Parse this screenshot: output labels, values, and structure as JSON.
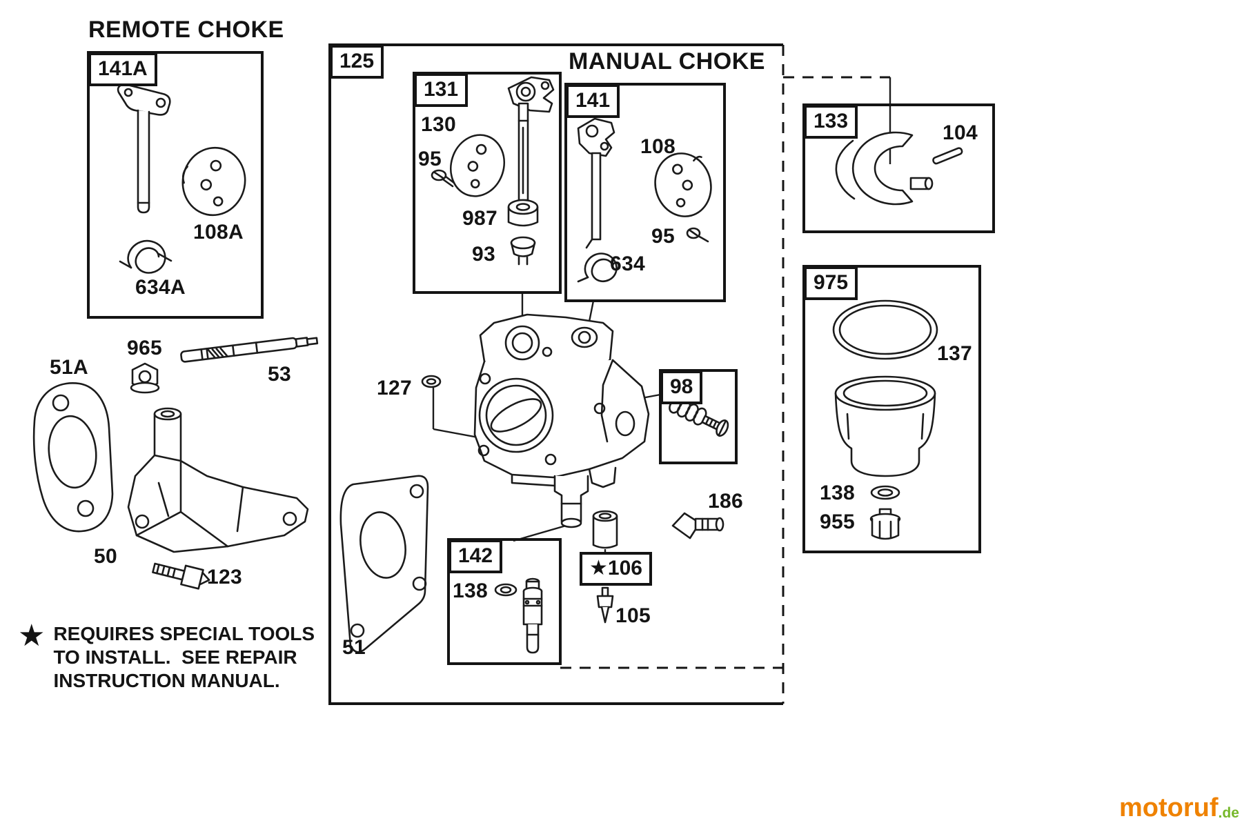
{
  "titles": {
    "remote_choke": "REMOTE CHOKE",
    "manual_choke": "MANUAL CHOKE"
  },
  "box_labels": {
    "b141a": "141A",
    "b125": "125",
    "b131": "131",
    "b141": "141",
    "b133": "133",
    "b975": "975",
    "b98": "98",
    "b142": "142",
    "b106": "★106"
  },
  "part_labels": {
    "p108a": "108A",
    "p634a": "634A",
    "p51a": "51A",
    "p965": "965",
    "p53": "53",
    "p50": "50",
    "p123": "123",
    "p130": "130",
    "p95_131": "95",
    "p987": "987",
    "p93": "93",
    "p108": "108",
    "p95_141": "95",
    "p634": "634",
    "p104": "104",
    "p137": "137",
    "p138_975": "138",
    "p955": "955",
    "p127": "127",
    "p186": "186",
    "p138_142": "138",
    "p105": "105",
    "p51": "51"
  },
  "footnote": {
    "star": "★",
    "line1": "REQUIRES SPECIAL TOOLS",
    "line2": "TO INSTALL.  SEE REPAIR",
    "line3": "INSTRUCTION MANUAL."
  },
  "logo": {
    "name": "motoruf",
    "tld": ".de"
  },
  "colors": {
    "line": "#1b1b1b",
    "logo_text": "#ef8200",
    "logo_tld": "#76b82a"
  }
}
